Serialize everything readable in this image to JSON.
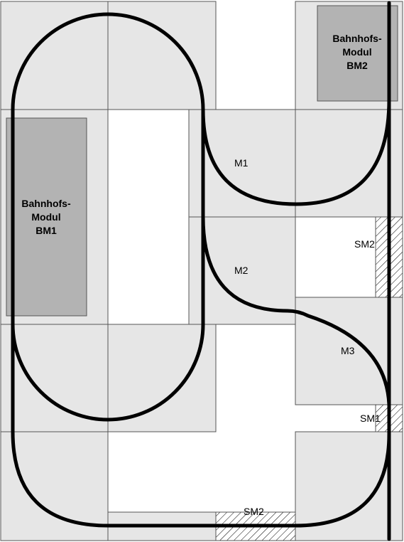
{
  "colors": {
    "background": "#ffffff",
    "module_fill": "#e6e6e6",
    "module_border": "#555555",
    "station_fill": "#b3b3b3",
    "track": "#000000"
  },
  "stations": {
    "bm1": {
      "line1": "Bahnhofs-",
      "line2": "Modul",
      "line3": "BM1"
    },
    "bm2": {
      "line1": "Bahnhofs-",
      "line2": "Modul",
      "line3": "BM2"
    }
  },
  "modules": {
    "m1": "M1",
    "m2": "M2",
    "m3": "M3",
    "sm1": "SM1",
    "sm2_right": "SM2",
    "sm2_bottom": "SM2"
  }
}
